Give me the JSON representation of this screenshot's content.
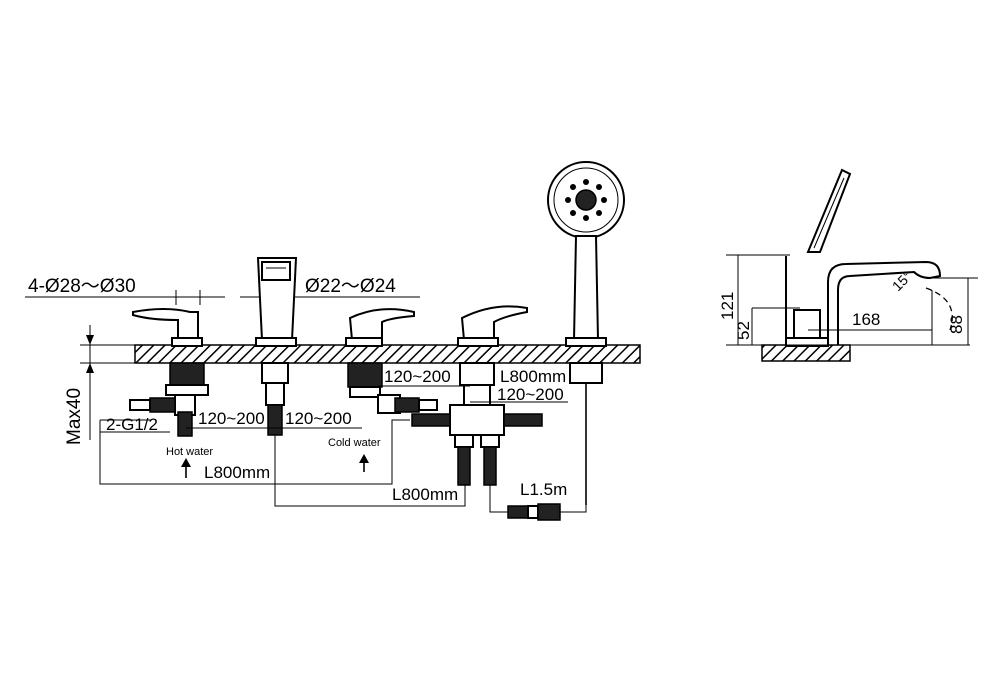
{
  "labels": {
    "holes_left": "4-Ø28～Ø30",
    "holes_right": "Ø22～Ø24",
    "max40": "Max40",
    "g12": "2-G1/2",
    "hot_water": "Hot water",
    "cold_water": "Cold water",
    "dist_a": "120~200",
    "dist_b": "120~200",
    "dist_c": "120~200",
    "dist_d": "120~200",
    "hose_a": "L800mm",
    "hose_b": "L800mm",
    "hose_c": "L800mm",
    "hose_shower": "L1.5m",
    "dim_121": "121",
    "dim_52": "52",
    "dim_168": "168",
    "dim_88": "88",
    "angle": "15°"
  },
  "colors": {
    "line": "#000000",
    "background": "#ffffff",
    "hatch": "#000000"
  },
  "icons": [
    "hand-shower-icon",
    "lever-handle-icon",
    "spout-icon",
    "diverter-icon",
    "quick-connector-icon",
    "flow-arrow-icon"
  ]
}
